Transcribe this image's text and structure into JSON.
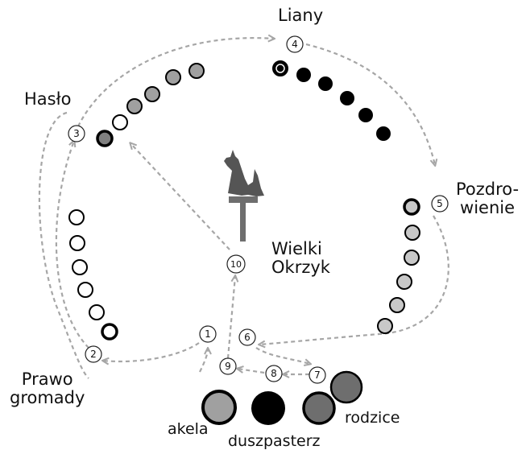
{
  "stations": {
    "liany": "Liany",
    "haslo": "Hasło",
    "pozdrowienie_line1": "Pozdro-",
    "pozdrowienie_line2": "wienie",
    "wielki_okrzyk_line1": "Wielki",
    "wielki_okrzyk_line2": "Okrzyk",
    "prawo_gromady_line1": "Prawo",
    "prawo_gromady_line2": "gromady"
  },
  "people": {
    "akela": "akela",
    "duszpasterz": "duszpasterz",
    "rodzice": "rodzice"
  },
  "steps": [
    "1",
    "2",
    "3",
    "4",
    "5",
    "6",
    "7",
    "8",
    "9",
    "10"
  ],
  "colors": {
    "arrow": "#a6a6a6",
    "black": "#000000",
    "gray": "#a0a0a0",
    "light_gray": "#c8c8c8",
    "dark_gray": "#6e6e6e",
    "white": "#ffffff"
  },
  "icons": [
    "wolf-totem-icon"
  ]
}
